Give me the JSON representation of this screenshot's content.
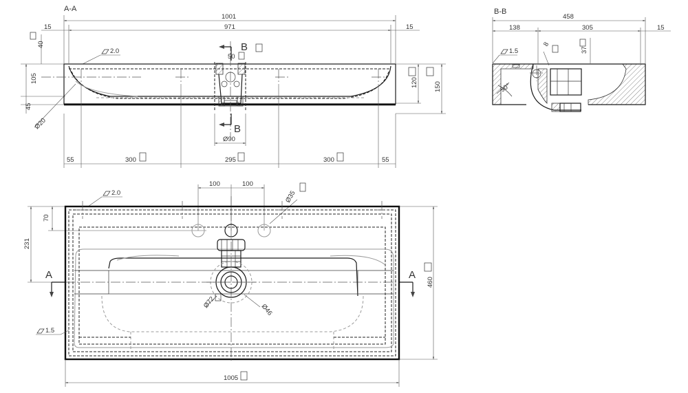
{
  "section_aa": {
    "label": "A-A",
    "dims_top": {
      "overall": "1001",
      "inner": "971",
      "left_margin": "15",
      "right_margin": "15"
    },
    "dims_left": {
      "d40": "40",
      "d105": "105",
      "d45": "45",
      "dia20": "Ø20"
    },
    "dims_right": {
      "d120": "120",
      "d150": "150"
    },
    "flatness": "2.0",
    "cut_b_top": "B",
    "cut_b_bottom": "B",
    "d50": "50",
    "dia90": "Ø90",
    "dims_bottom": [
      "55",
      "300",
      "295",
      "300",
      "55"
    ]
  },
  "section_bb": {
    "label": "B-B",
    "dims_top": {
      "overall": "458",
      "d138": "138",
      "d305": "305",
      "d15": "15"
    },
    "d1_5": "1.5",
    "d8": "8",
    "d37": "37",
    "angle": "90°"
  },
  "plan_view": {
    "dims_top": {
      "d100_left": "100",
      "d100_right": "100"
    },
    "dia35": "Ø35",
    "flatness": "2.0",
    "dims_left": {
      "d70": "70",
      "d231": "231"
    },
    "cut_a_left": "A",
    "cut_a_right": "A",
    "d460": "460",
    "dia72": "Ø72",
    "dia46": "Ø46",
    "d1_5": "1.5",
    "overall_width": "1005"
  }
}
